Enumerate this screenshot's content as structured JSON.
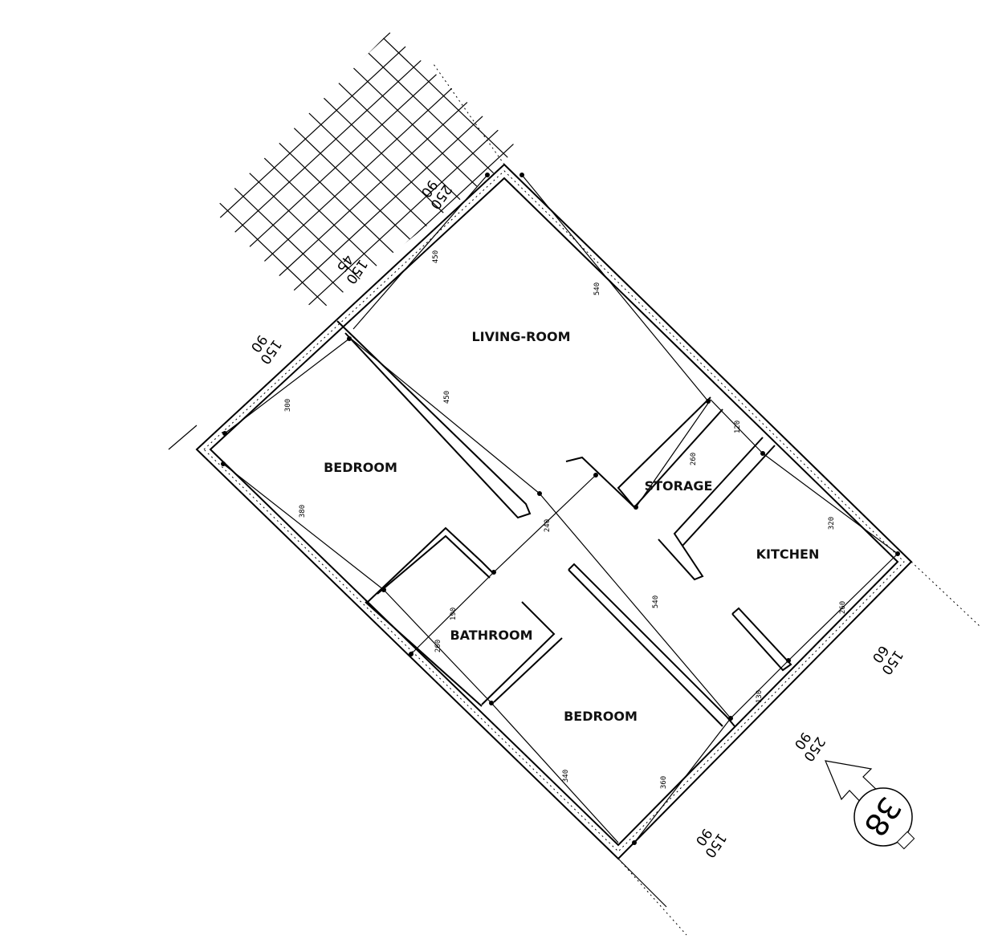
{
  "rooms": {
    "living_room": "LIVING-ROOM",
    "bedroom_1": "BEDROOM",
    "storage": "STORAGE",
    "kitchen": "KITCHEN",
    "bathroom": "BATHROOM",
    "bedroom_2": "BEDROOM"
  },
  "dimensions": {
    "living_width": "450",
    "living_length": "540",
    "bedroom1_width": "300",
    "bedroom1_partition": "450",
    "bedroom1_length": "380",
    "hall": "240",
    "storage_length": "260",
    "storage_width": "120",
    "kitchen_length": "320",
    "kitchen_width": "260",
    "bathroom_width": "190",
    "bathroom_length": "260",
    "corridor": "540",
    "entry": "130",
    "bedroom2_length": "340",
    "bedroom2_width": "360"
  },
  "windows": [
    {
      "a": "90",
      "b": "250"
    },
    {
      "a": "45",
      "b": "150"
    },
    {
      "a": "90",
      "b": "150"
    },
    {
      "a": "60",
      "b": "150"
    },
    {
      "a": "90",
      "b": "250"
    },
    {
      "a": "90",
      "b": "150"
    }
  ],
  "compass": {
    "label": "38"
  }
}
